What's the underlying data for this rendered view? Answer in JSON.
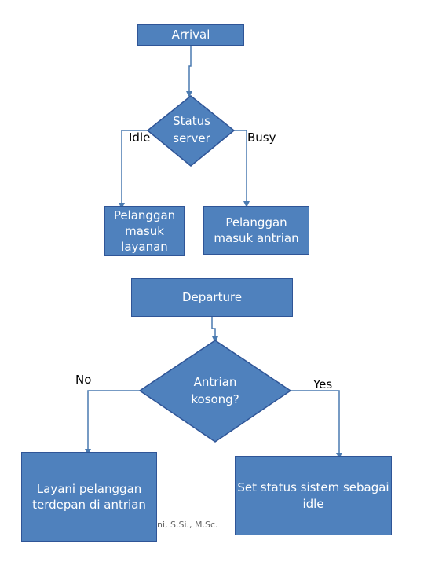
{
  "nodes": {
    "arrival": "Arrival",
    "status_server": "Status\nserver",
    "pelanggan_masuk_layanan": "Pelanggan\nmasuk\nlayanan",
    "pelanggan_masuk_antrian": "Pelanggan\nmasuk antrian",
    "departure": "Departure",
    "antrian_kosong": "Antrian\nkosong?",
    "layani_pelanggan": "Layani pelanggan\nterdepan di antrian",
    "set_status": "Set status sistem sebagai\nidle"
  },
  "edge_labels": {
    "idle": "Idle",
    "busy": "Busy",
    "no": "No",
    "yes": "Yes"
  },
  "footer": {
    "author": "ni, S.Si., M.Sc."
  },
  "colors": {
    "node_fill": "#4f81bd",
    "node_border": "#2f5597",
    "connector": "#4a7ab0"
  }
}
